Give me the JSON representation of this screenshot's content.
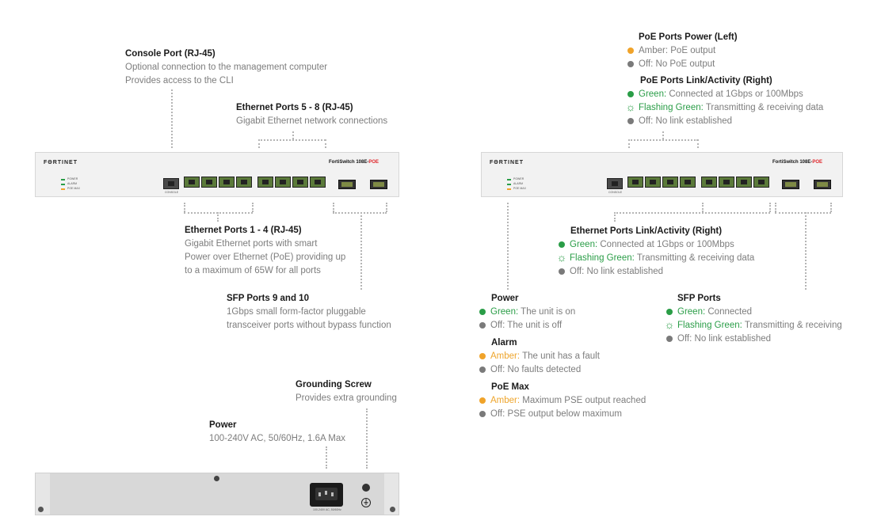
{
  "left": {
    "console": {
      "title": "Console Port (RJ-45)",
      "line1": "Optional connection to the management computer",
      "line2": "Provides access to the CLI"
    },
    "eth58": {
      "title": "Ethernet Ports 5 - 8 (RJ-45)",
      "line1": "Gigabit Ethernet network connections"
    },
    "eth14": {
      "title": "Ethernet Ports 1 - 4 (RJ-45)",
      "line1": "Gigabit Ethernet ports with smart",
      "line2": "Power over Ethernet (PoE) providing up",
      "line3": "to a maximum of 65W for all ports"
    },
    "sfp": {
      "title": "SFP Ports 9 and 10",
      "line1": "1Gbps small form-factor pluggable",
      "line2": "transceiver ports without bypass function"
    },
    "ground": {
      "title": "Grounding Screw",
      "line1": "Provides extra grounding"
    },
    "power": {
      "title": "Power",
      "line1": "100-240V AC, 50/60Hz, 1.6A Max"
    }
  },
  "switch": {
    "logo": "FΘRTINET",
    "model_prefix": "FortiSwitch 108E-",
    "model_suffix": "POE",
    "leds": [
      "POWER",
      "ALARM",
      "POE MAX"
    ],
    "console_label": "CONSOLE",
    "rear_label": "100-240V AC, 50/60Hz"
  },
  "right": {
    "poe_power": {
      "title": "PoE Ports Power (Left)",
      "amber": "Amber: PoE output",
      "off": "Off: No PoE output"
    },
    "poe_link": {
      "title": "PoE Ports Link/Activity (Right)",
      "green_label": "Green:",
      "green_text": "Connected at 1Gbps or 100Mbps",
      "flash_label": "Flashing Green:",
      "flash_text": "Transmitting & receiving data",
      "off": "Off: No link established"
    },
    "eth_link": {
      "title": "Ethernet Ports Link/Activity (Right)",
      "green_label": "Green:",
      "green_text": "Connected at 1Gbps or 100Mbps",
      "flash_label": "Flashing Green:",
      "flash_text": "Transmitting & receiving data",
      "off": "Off: No link established"
    },
    "power": {
      "title": "Power",
      "green_label": "Green:",
      "green_text": "The unit is on",
      "off": "Off: The unit is off"
    },
    "alarm": {
      "title": "Alarm",
      "amber_label": "Amber:",
      "amber_text": "The unit has a fault",
      "off": "Off: No faults detected"
    },
    "poemax": {
      "title": "PoE Max",
      "amber_label": "Amber:",
      "amber_text": "Maximum PSE output reached",
      "off": "Off: PSE output below maximum"
    },
    "sfp": {
      "title": "SFP Ports",
      "green_label": "Green:",
      "green_text": "Connected",
      "flash_label": "Flashing Green:",
      "flash_text": "Transmitting & receiving",
      "off": "Off: No link established"
    }
  },
  "colors": {
    "green": "#2a9d47",
    "amber": "#f0a32a",
    "gray": "#7a7a7a",
    "brand_red": "#e0262b"
  },
  "icons": [
    "flashing-led-icon",
    "status-dot-icon",
    "ground-screw-icon",
    "power-inlet-icon"
  ]
}
